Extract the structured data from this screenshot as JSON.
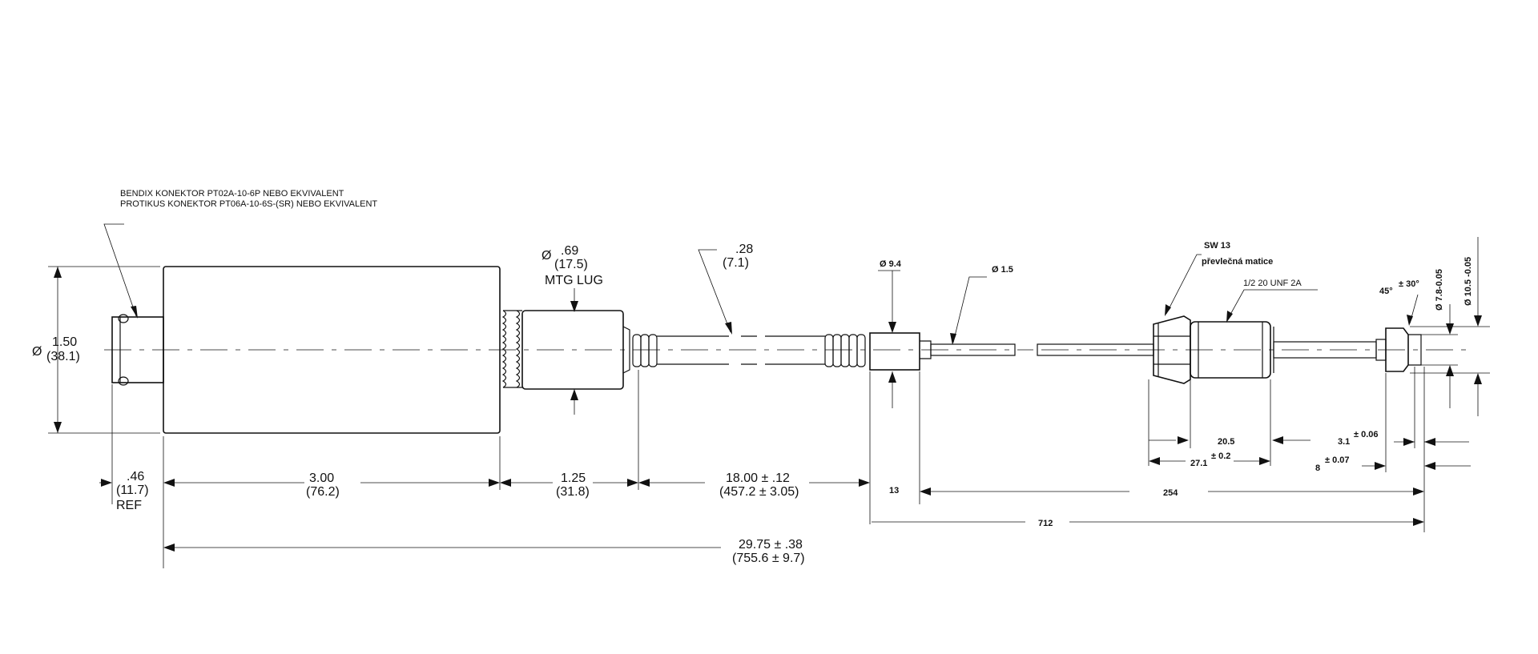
{
  "notes": {
    "connector_line1": "BENDIX KONEKTOR PT02A-10-6P NEBO EKVIVALENT",
    "connector_line2": "PROTIKUS KONEKTOR PT06A-10-6S-(SR) NEBO EKVIVALENT"
  },
  "dimensions": {
    "body_diameter": {
      "symbol": "Ø",
      "inch": "1.50",
      "mm": "(38.1)"
    },
    "lug_diameter": {
      "symbol": "Ø",
      "inch": ".69",
      "mm": "(17.5)",
      "label": "MTG LUG"
    },
    "cable_diameter": {
      "inch": ".28",
      "mm": "(7.1)"
    },
    "connector_length": {
      "inch": ".46",
      "mm": "(11.7)",
      "ref": "REF"
    },
    "body_length": {
      "inch": "3.00",
      "mm": "(76.2)"
    },
    "lug_length": {
      "inch": "1.25",
      "mm": "(31.8)"
    },
    "cable_length": {
      "inch": "18.00 ± .12",
      "mm": "(457.2 ± 3.05)"
    },
    "overall_length": {
      "inch": "29.75 ± .38",
      "mm": "(755.6 ± 9.7)"
    },
    "ferrule_diameter": "Ø 9.4",
    "probe_diameter": "Ø 1.5",
    "wrench_size": "SW 13",
    "nut_label": "převlečná matice",
    "thread": "1/2 20 UNF 2A",
    "chamfer": "45°",
    "chamfer_tol": "± 30°",
    "tip_diameter_1": "Ø 7.8-0.05",
    "tip_diameter_2": "Ø 10.5 -0.05",
    "thread_length": "20.5",
    "nut_length": "27.1",
    "nut_length_tol": "± 0.2",
    "tip_step": "3.1",
    "tip_step_tol": "± 0.06",
    "tip_length": "8",
    "tip_length_tol": "± 0.07",
    "ferrule_length": "13",
    "probe_length": "254",
    "sensor_length": "712"
  }
}
